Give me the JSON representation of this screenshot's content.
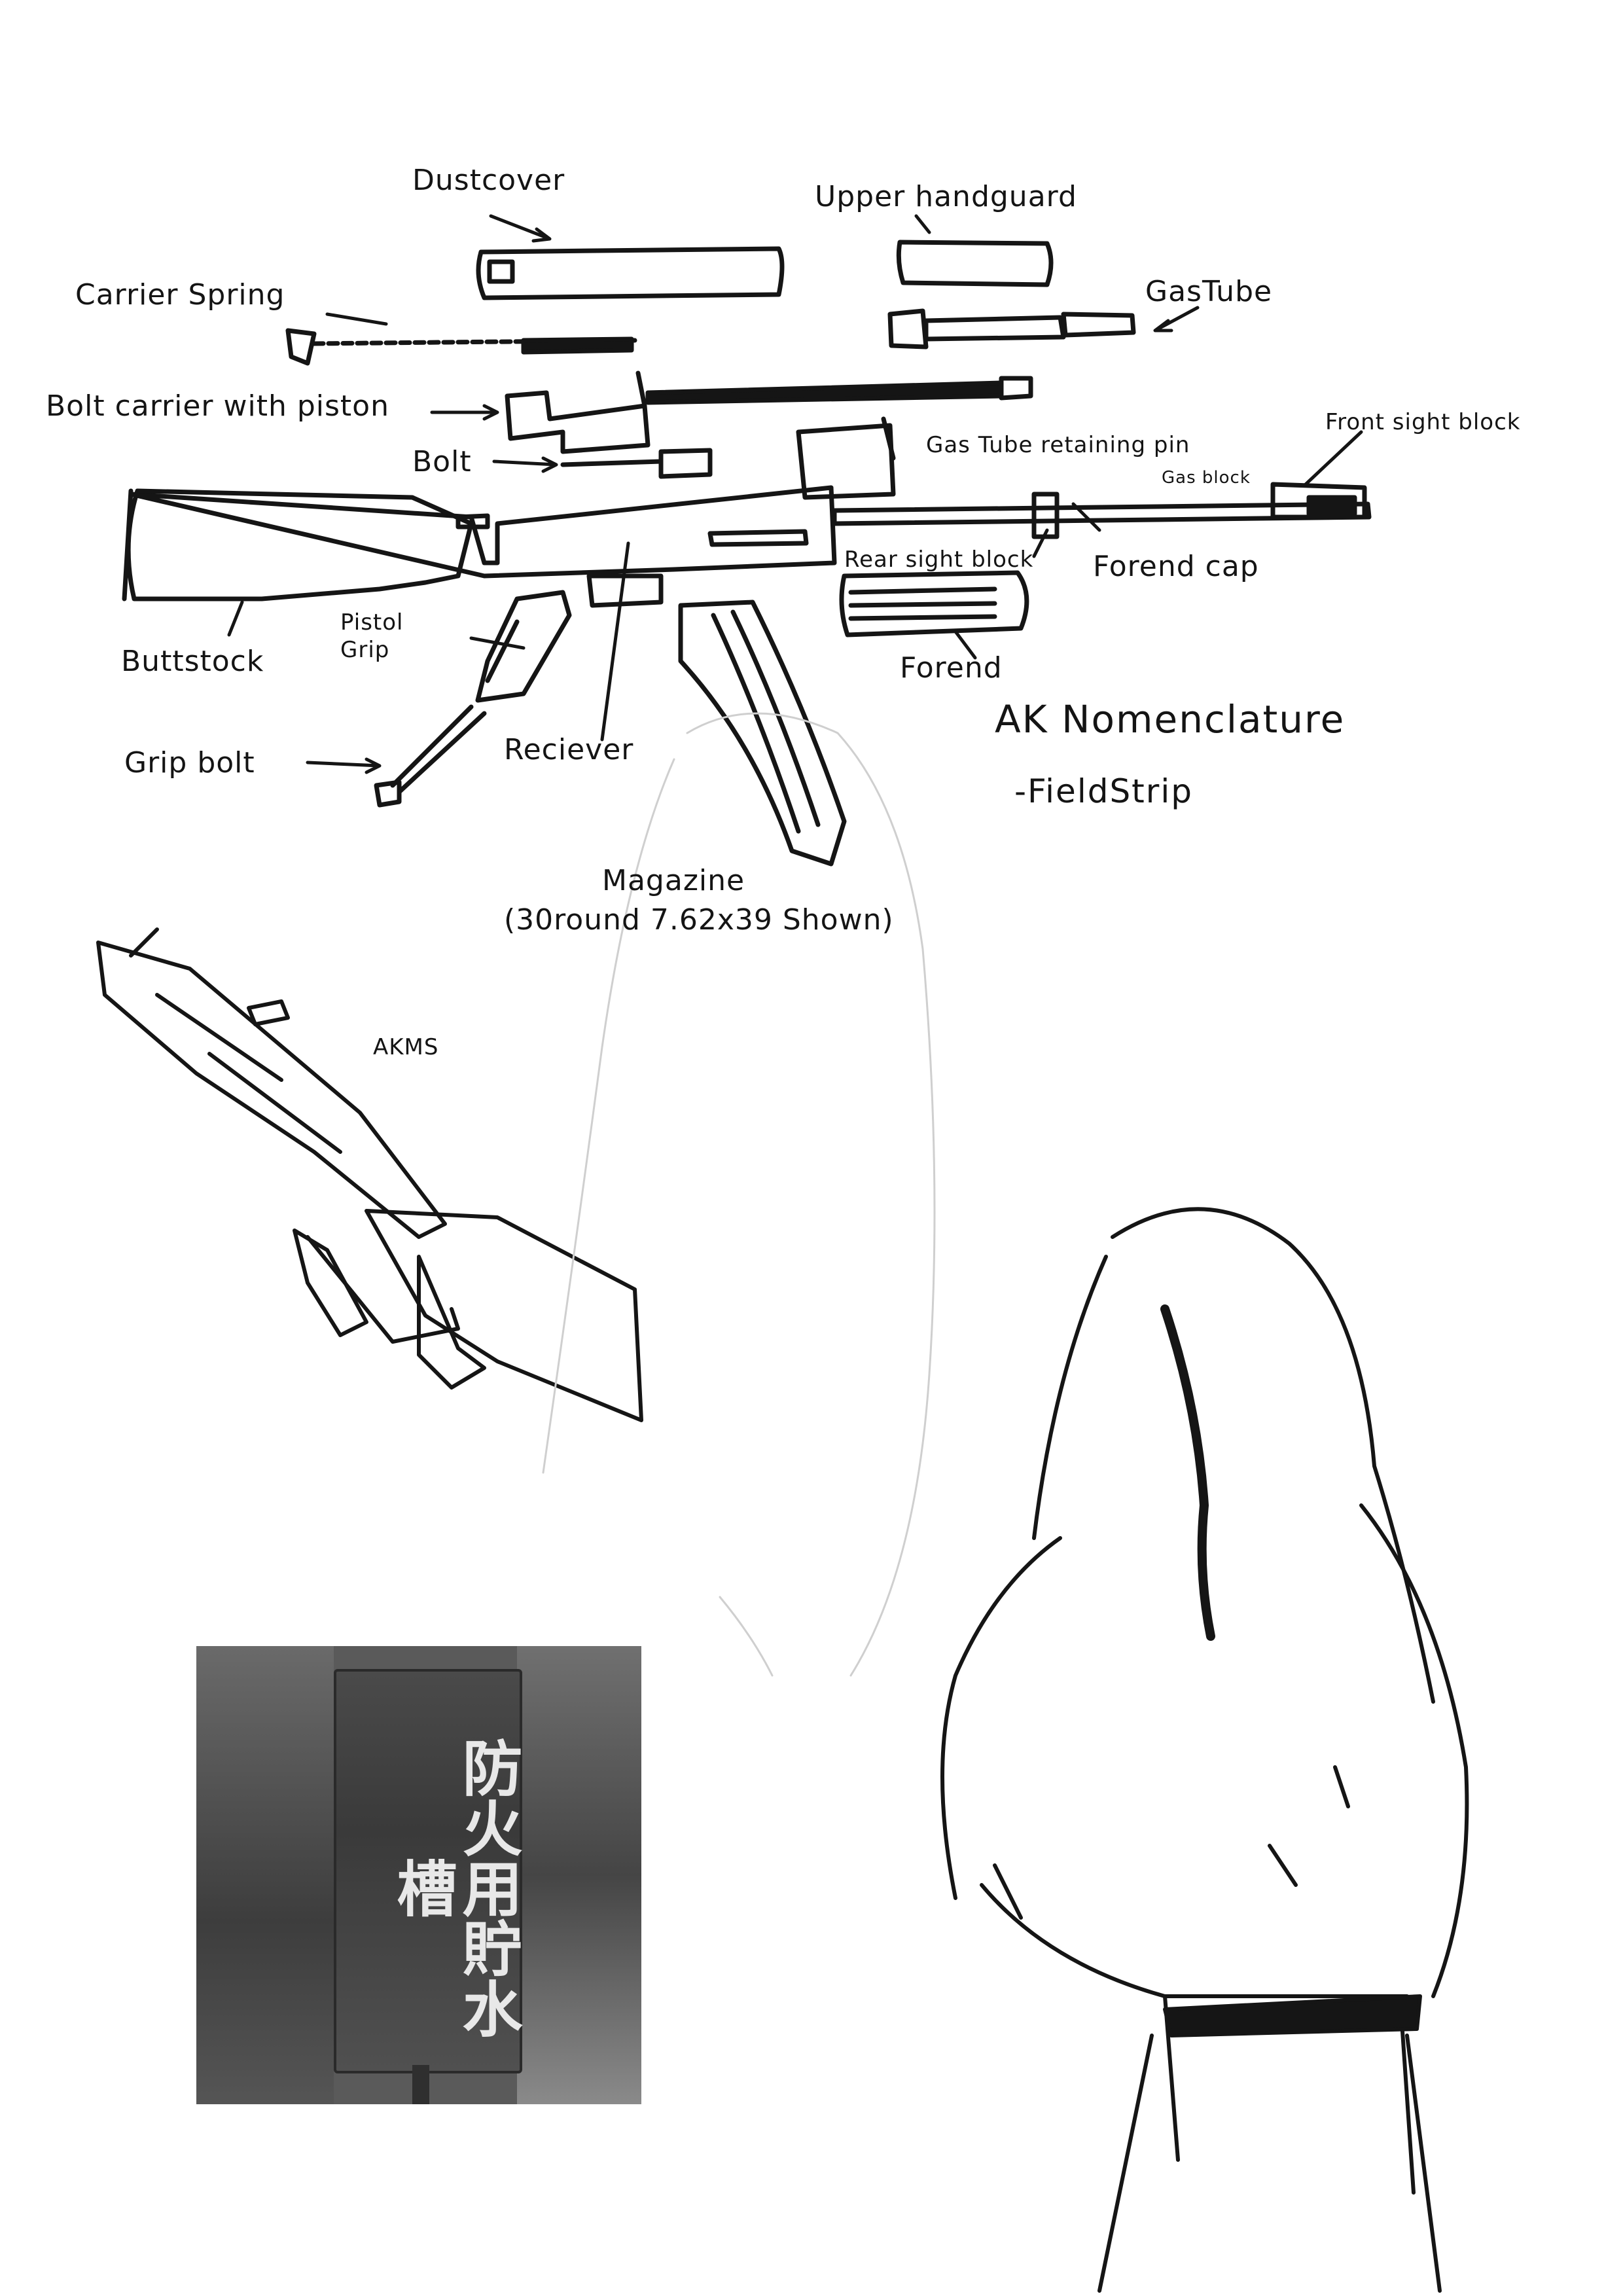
{
  "diagram": {
    "title": "AK Nomenclature",
    "subtitle": "-FieldStrip",
    "labels": {
      "dust_cover": "Dustcover",
      "upper_handguard": "Upper handguard",
      "gas_tube": "GasTube",
      "carrier_spring": "Carrier Spring",
      "bolt_carrier": "Bolt carrier with piston",
      "bolt": "Bolt",
      "gas_tube_pin": "Gas Tube retaining pin",
      "front_sight_block": "Front sight block",
      "gas_block": "Gas block",
      "rear_sight_block": "Rear sight block",
      "forend_cap": "Forend cap",
      "forend": "Forend",
      "buttstock": "Buttstock",
      "pistol_grip": "Pistol Grip",
      "reciever": "Reciever",
      "grip_bolt": "Grip bolt",
      "magazine": "Magazine",
      "magazine_note": "(30round 7.62x39 Shown)"
    }
  },
  "akms_label": "AKMS",
  "photo": {
    "sign_text": "防火用貯水槽"
  }
}
